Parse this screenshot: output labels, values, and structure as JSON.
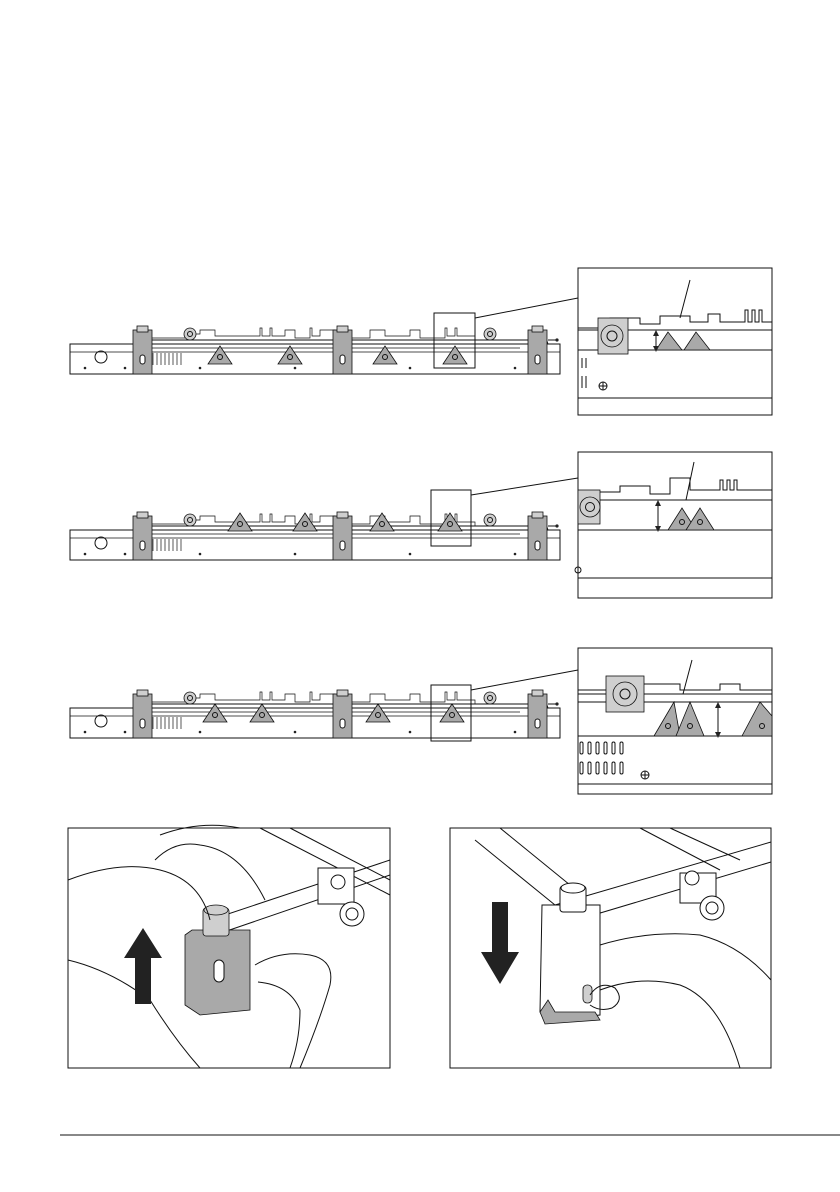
{
  "figure": {
    "panels": [
      {
        "id": "position-1",
        "caption": ""
      },
      {
        "id": "position-2",
        "caption": ""
      },
      {
        "id": "position-3",
        "caption": ""
      }
    ],
    "photos": [
      {
        "id": "leg-pull-up",
        "arrow_direction": "up"
      },
      {
        "id": "leg-push-down",
        "arrow_direction": "down"
      }
    ],
    "icons": [
      "arrow-up-icon",
      "arrow-down-icon",
      "screw-icon"
    ],
    "colors": {
      "line": "#111111",
      "gray_fill": "#a9a9a9",
      "light_fill": "#cfcfcf",
      "paper": "#ffffff"
    }
  },
  "footer": {
    "page_number": ""
  }
}
